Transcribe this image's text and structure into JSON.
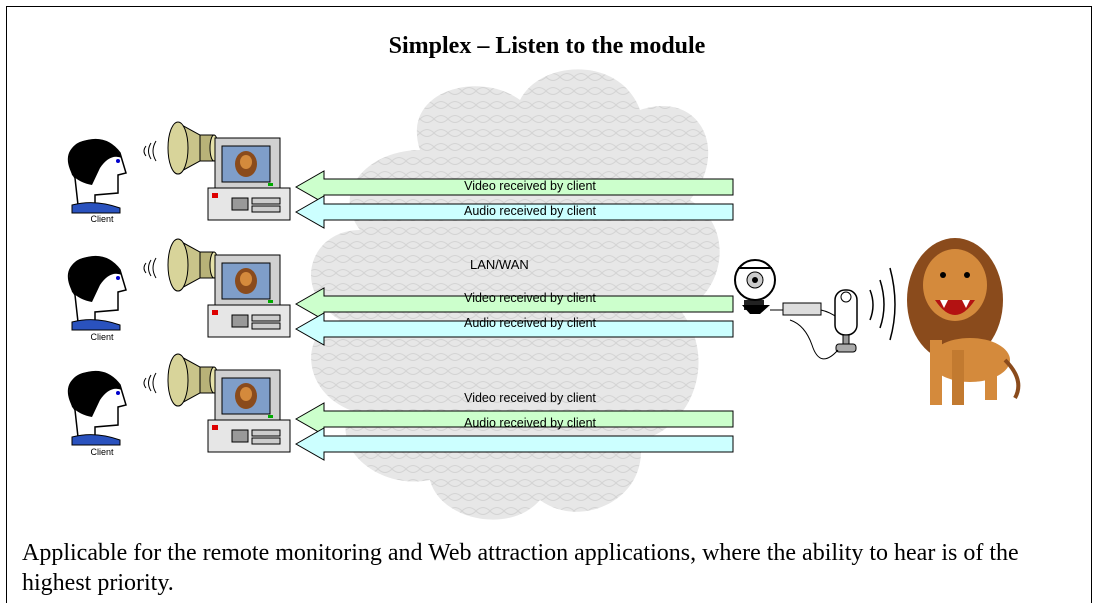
{
  "title": "Simplex – Listen to the module",
  "network_label": "LAN/WAN",
  "caption": "Applicable for the remote monitoring and Web attraction applications, where the ability to hear is of the highest priority.",
  "clients": [
    {
      "label": "Client",
      "video_arrow": "Video received by client",
      "audio_arrow": "Audio received by client"
    },
    {
      "label": "Client",
      "video_arrow": "Video received by client",
      "audio_arrow": "Audio received by client"
    },
    {
      "label": "Client",
      "video_arrow": "Video received by client",
      "audio_arrow": "Audio received by client"
    }
  ],
  "colors": {
    "video_arrow": "#ccffcc",
    "audio_arrow": "#ccffff",
    "cloud": "#d9d9d9"
  }
}
